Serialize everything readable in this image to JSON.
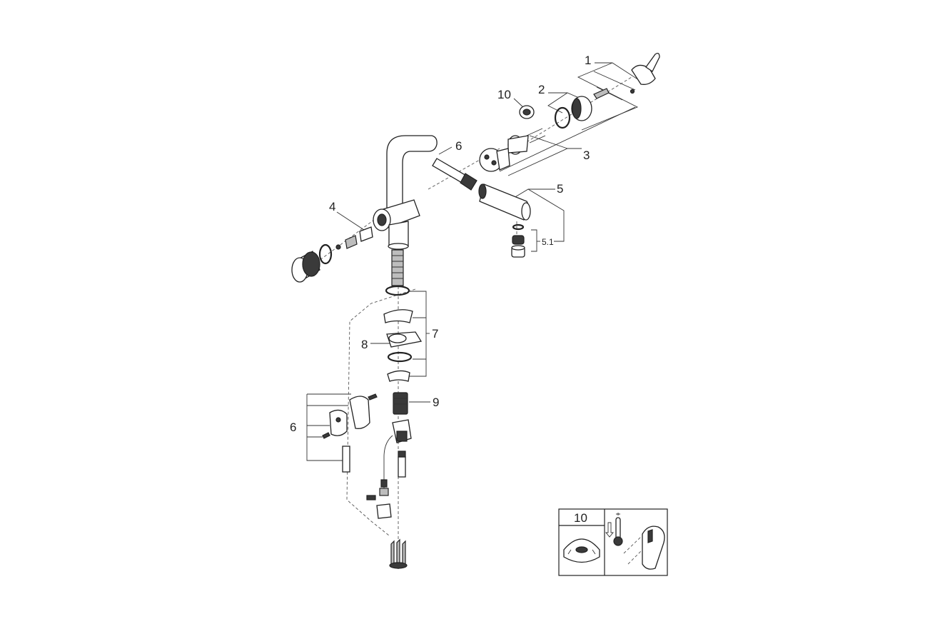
{
  "diagram": {
    "part_labels": {
      "p1": "1",
      "p2": "2",
      "p3": "3",
      "p4": "4",
      "p5": "5",
      "p5_1": "5.1",
      "p6_top": "6",
      "p6_left": "6",
      "p7": "7",
      "p8": "8",
      "p9": "9",
      "p10": "10"
    },
    "inset": {
      "label": "10",
      "icons": [
        "cartridge-cap-icon",
        "cold-water-thermometer-icon",
        "lever-handle-icon"
      ]
    },
    "colors": {
      "line": "#222222",
      "dark_part": "#3a3a3a",
      "background": "#ffffff"
    }
  }
}
